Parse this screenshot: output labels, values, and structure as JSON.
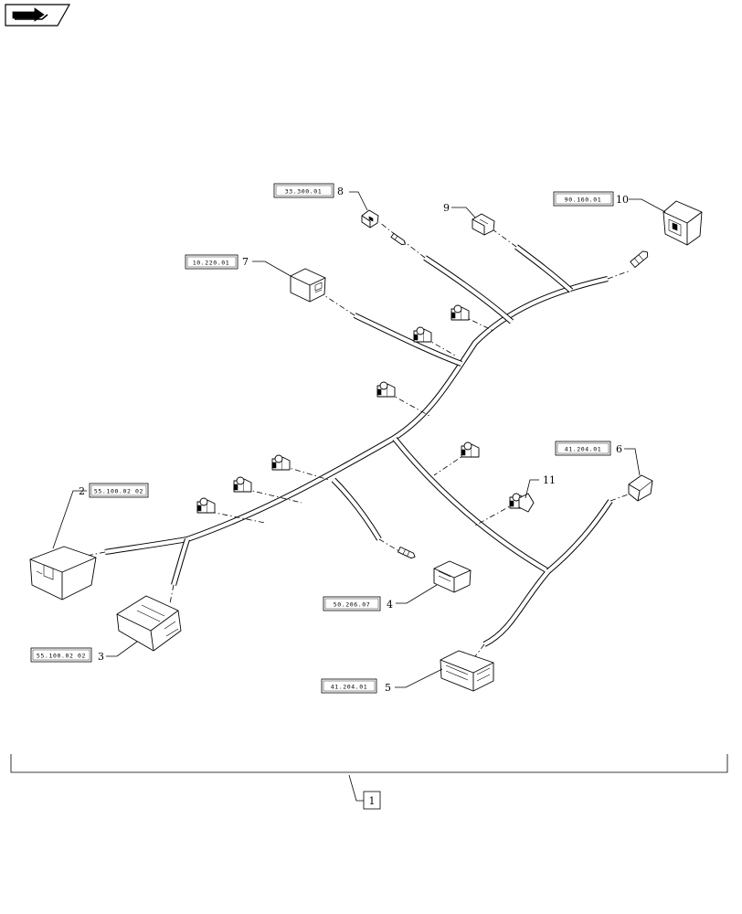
{
  "references": {
    "ref_8": "33.300.01",
    "ref_10": "90.160.01",
    "ref_7": "10.220.01",
    "ref_2": "55.100.02 02",
    "ref_6": "41.204.01",
    "ref_4": "50.206.07",
    "ref_3": "55.100.02 02",
    "ref_5": "41.204.01"
  },
  "item_numbers": {
    "n1": "1",
    "n2": "2",
    "n3": "3",
    "n4": "4",
    "n5": "5",
    "n6": "6",
    "n7": "7",
    "n8": "8",
    "n9": "9",
    "n10": "10",
    "n11": "11"
  },
  "icons": {
    "nav_icon": "forward-arrow-icon"
  }
}
